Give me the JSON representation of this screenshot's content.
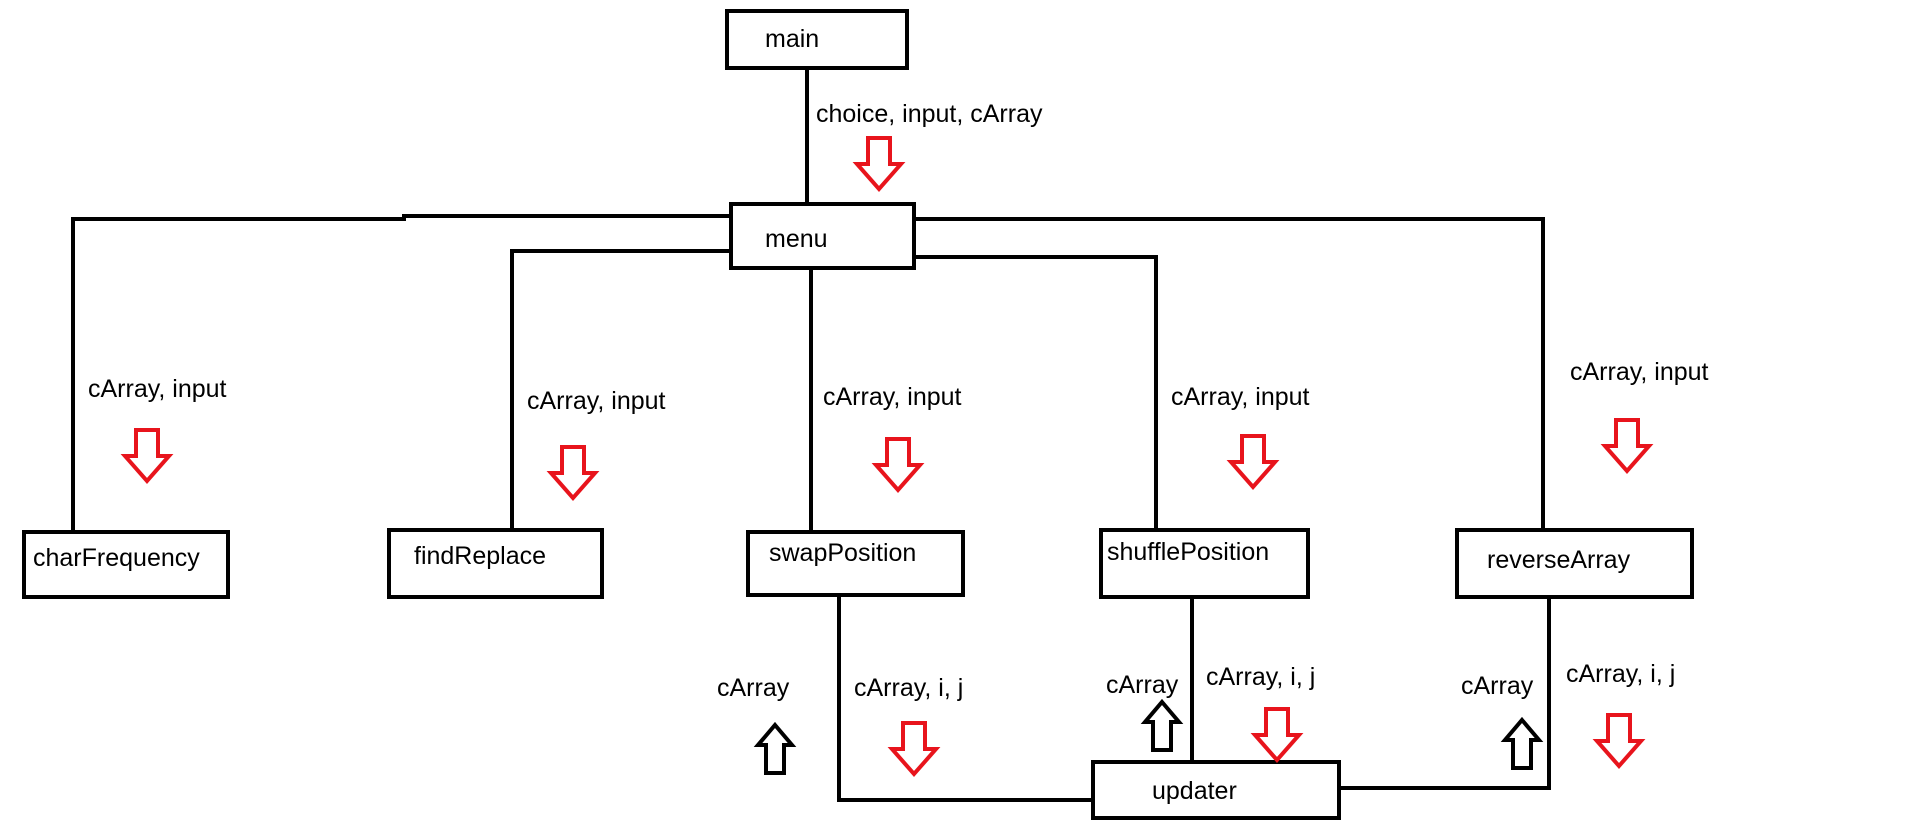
{
  "nodes": {
    "main": "main",
    "menu": "menu",
    "charFrequency": "charFrequency",
    "findReplace": "findReplace",
    "swapPosition": "swapPosition",
    "shufflePosition": "shufflePosition",
    "reverseArray": "reverseArray",
    "updater": "updater"
  },
  "edge_labels": {
    "main_to_menu": "choice, input, cArray",
    "menu_to_charFrequency": "cArray, input",
    "menu_to_findReplace": "cArray, input",
    "menu_to_swapPosition": "cArray, input",
    "menu_to_shufflePosition": "cArray, input",
    "menu_to_reverseArray": "cArray, input",
    "swap_to_updater": "cArray, i, j",
    "updater_to_swap": "cArray",
    "shuffle_to_updater": "cArray, i, j",
    "updater_to_shuffle": "cArray",
    "reverse_to_updater": "cArray, i, j",
    "updater_to_reverse": "cArray"
  },
  "colors": {
    "down_arrow": "#e8141c",
    "up_arrow": "#000000",
    "line": "#000000"
  }
}
